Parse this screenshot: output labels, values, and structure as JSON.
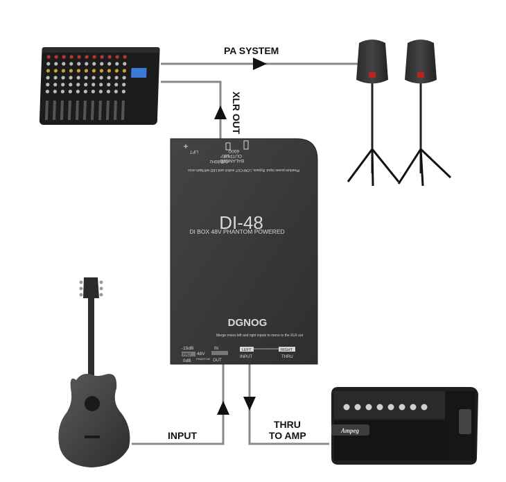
{
  "connections": {
    "pa_system": "PA SYSTEM",
    "xlr_out": "XLR OUT",
    "input": "INPUT",
    "thru_line1": "THRU",
    "thru_line2": "TO AMP"
  },
  "di_box": {
    "model": "DI-48",
    "subtitle": "DI BOX 48V PHANTOM POWERED",
    "brand": "DGNOG",
    "merge_note": "Merge mixes left and right inputs to mono to the XLR out",
    "top_notes": "Phantom power input. Bypass, LOW-CUT switch and LED will flash once",
    "top_balanced": "BALANCED",
    "top_output": "OUTPUT",
    "top_impedance": "600Ω",
    "top_phase": "180°",
    "top_lowcut": "-6dB/80Hz",
    "top_lift": "LIFT",
    "pad_hi": "-15dB",
    "pad_label": "PAD",
    "pad_lo": "0dB",
    "phantom_48v": "48V",
    "phantom_label": "PHANTOM",
    "in_label": "IN",
    "out_label": "OUT",
    "left_label": "LEFT",
    "right_label": "RIGHT",
    "input_label": "INPUT",
    "thru_label": "THRU"
  },
  "amp": {
    "badge": "Ampeg"
  },
  "colors": {
    "wire": "#8a8a8a",
    "arrow": "#111111",
    "box": "#3b3b3b",
    "box_text": "#d8d8d8"
  }
}
